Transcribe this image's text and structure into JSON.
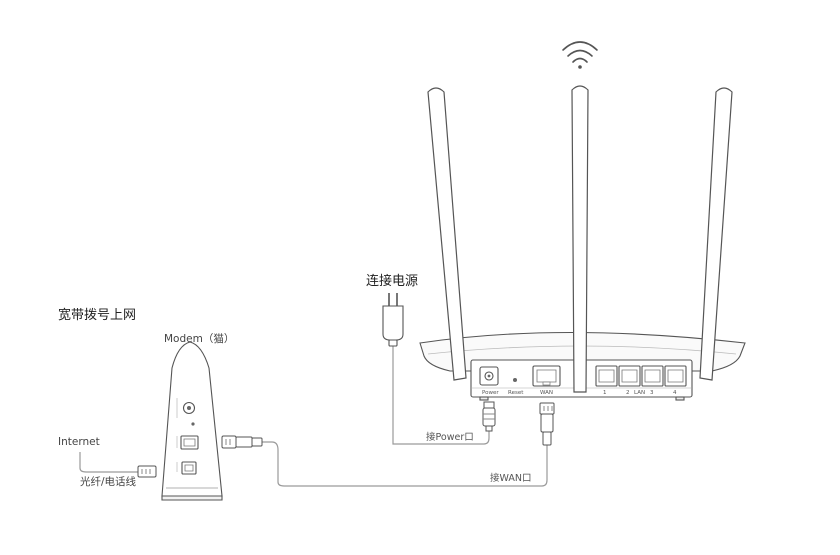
{
  "labels": {
    "broadband_dialup": "宽带拨号上网",
    "modem": "Modem（猫）",
    "internet": "Internet",
    "fiber_phone_line": "光纤/电话线",
    "connect_power_source": "连接电源",
    "connect_power_port": "接Power口",
    "connect_wan_port": "接WAN口"
  },
  "router_ports": {
    "power": "Power",
    "reset": "Reset",
    "wan": "WAN",
    "lan": "LAN",
    "lan_numbers": [
      "1",
      "2",
      "3",
      "4"
    ]
  },
  "colors": {
    "outline": "#555555",
    "cable": "#9a9a9a",
    "text": "#333333"
  }
}
